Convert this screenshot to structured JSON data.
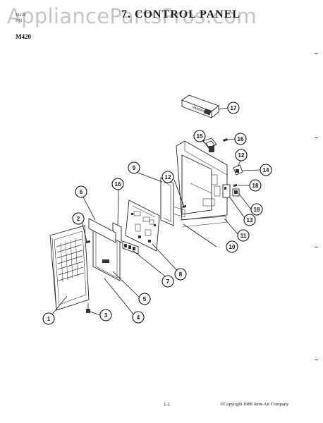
{
  "header": {
    "title": "7. CONTROL PANEL",
    "watermark": "AppliancePartsPros.com",
    "small_line_1": "M420",
    "small_line_2": "P/N"
  },
  "model": "M420",
  "footer": {
    "page_number": "1-1",
    "copyright": "©Copyright 1988 Jenn-Air Company"
  },
  "labels": {
    "harness_label": "HARNESS"
  },
  "callouts": [
    "1",
    "2",
    "3",
    "4",
    "5",
    "6",
    "7",
    "8",
    "9",
    "10",
    "11",
    "12",
    "12",
    "13",
    "14",
    "15",
    "16",
    "16",
    "17",
    "18",
    "18",
    "18"
  ]
}
